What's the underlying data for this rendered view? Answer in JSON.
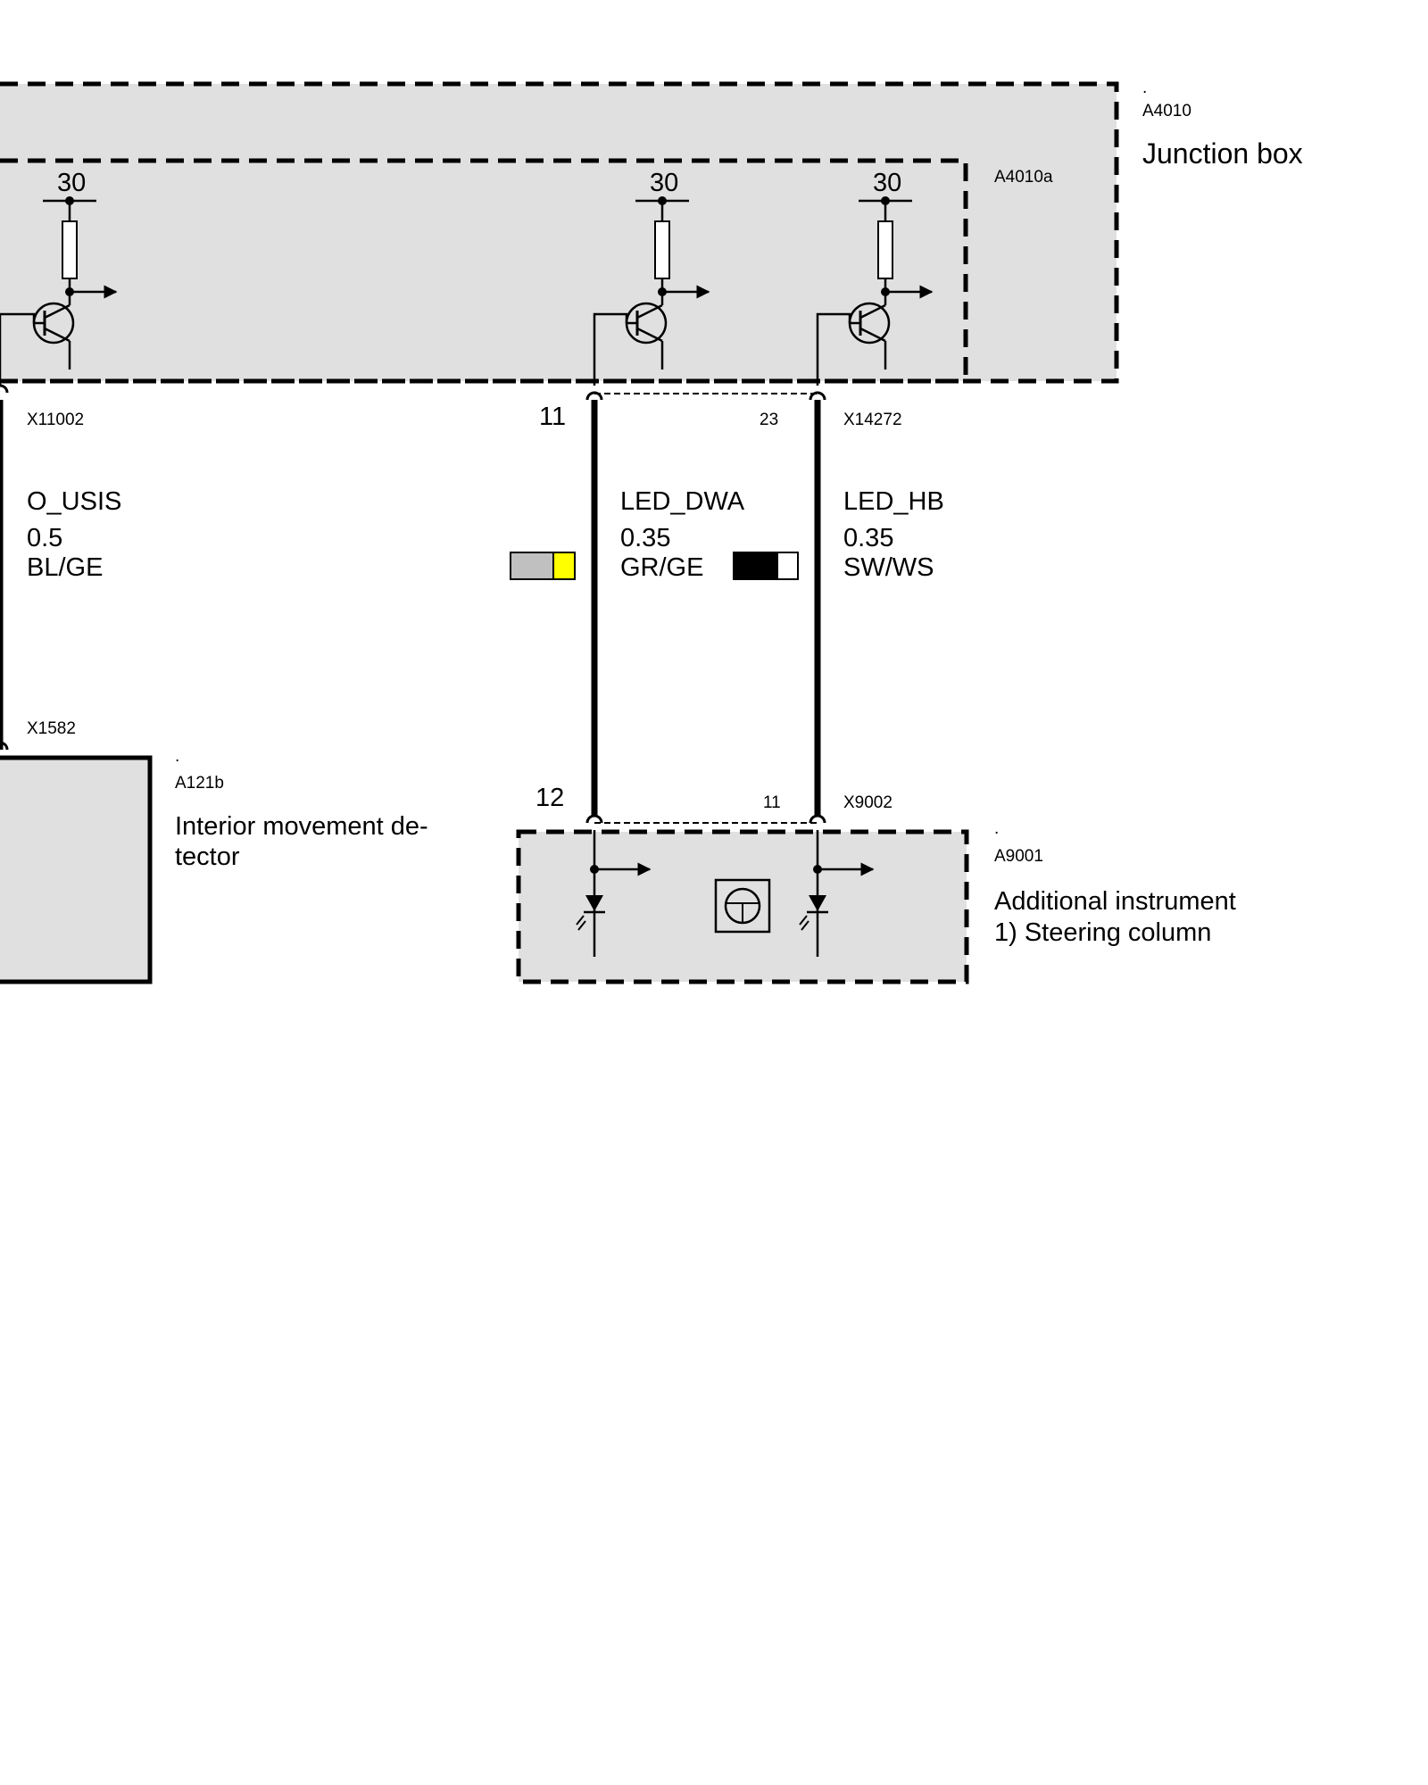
{
  "junction_box": {
    "id": "A4010",
    "name": "Junction box",
    "dot": ".",
    "inner_id": "A4010a",
    "terminal_labels": [
      "30",
      "30",
      "30"
    ]
  },
  "wires": [
    {
      "signal": "O_USIS",
      "cross_section": "0.5",
      "color_code": "BL/GE",
      "top_connector": "X11002",
      "bottom_connector": "X1582"
    },
    {
      "signal": "LED_DWA",
      "cross_section": "0.35",
      "color_code": "GR/GE",
      "top_pin": "11",
      "bottom_pin": "12",
      "swatch_colors": [
        "#c0c0c0",
        "#ffff00"
      ]
    },
    {
      "signal": "LED_HB",
      "cross_section": "0.35",
      "color_code": "SW/WS",
      "top_connector": "X14272",
      "top_pin": "23",
      "bottom_connector": "X9002",
      "bottom_pin": "11",
      "swatch_colors": [
        "#000000",
        "#ffffff"
      ]
    }
  ],
  "movement_detector": {
    "dot": ".",
    "id": "A121b",
    "name_line1": "Interior movement de-",
    "name_line2": "tector"
  },
  "additional_instrument": {
    "dot": ".",
    "id": "A9001",
    "name_line1": "Additional instrument",
    "name_line2": "1) Steering column"
  },
  "colors": {
    "fill_gray": "#e0e0e0",
    "line": "#000000"
  }
}
